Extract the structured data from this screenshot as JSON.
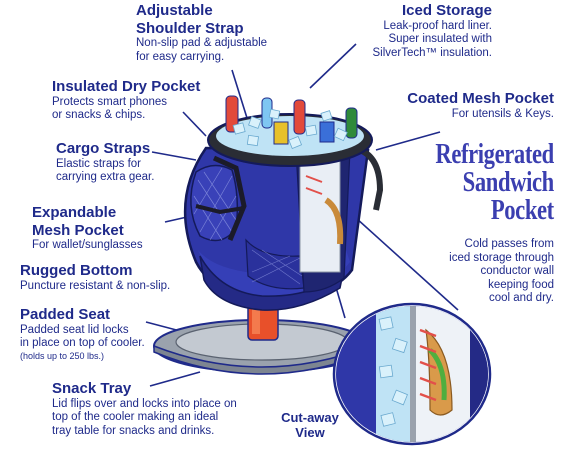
{
  "callouts": {
    "shoulder_strap": {
      "title_line1": "Adjustable",
      "title_line2": "Shoulder Strap",
      "desc_line1": "Non-slip pad & adjustable",
      "desc_line2": "for easy carrying."
    },
    "iced_storage": {
      "title": "Iced Storage",
      "desc_line1": "Leak-proof hard liner.",
      "desc_line2": "Super insulated with",
      "desc_line3": "SilverTech™ insulation."
    },
    "dry_pocket": {
      "title": "Insulated Dry Pocket",
      "desc_line1": "Protects smart phones",
      "desc_line2": "or snacks & chips."
    },
    "mesh_pocket_coated": {
      "title": "Coated Mesh Pocket",
      "desc_line1": "For utensils & Keys."
    },
    "cargo_straps": {
      "title": "Cargo Straps",
      "desc_line1": "Elastic straps for",
      "desc_line2": "carrying extra gear."
    },
    "refrigerated": {
      "line1": "Refrigerated",
      "line2": "Sandwich",
      "line3": "Pocket"
    },
    "expandable": {
      "title_line1": "Expandable",
      "title_line2": "Mesh Pocket",
      "desc_line1": "For wallet/sunglasses"
    },
    "cold_passes": {
      "line1": "Cold passes from",
      "line2": "iced storage through",
      "line3": "conductor wall",
      "line4": "keeping food",
      "line5": "cool and dry."
    },
    "rugged_bottom": {
      "title": "Rugged Bottom",
      "desc_line1": "Puncture resistant & non-slip."
    },
    "padded_seat": {
      "title": "Padded Seat",
      "desc_line1": "Padded seat lid locks",
      "desc_line2": "in place on top of cooler.",
      "desc_small": "(holds up to 250 lbs.)"
    },
    "snack_tray": {
      "title": "Snack Tray",
      "desc_line1": "Lid flips over and locks into place on",
      "desc_line2": "top of the cooler making an ideal",
      "desc_line3": "tray table for snacks and drinks."
    },
    "cutaway": {
      "line1": "Cut-away",
      "line2": "View"
    }
  },
  "colors": {
    "text": "#1f2a8a",
    "cooler_blue": "#2f37a8",
    "ice": "#bfe3f5",
    "headline": "#3b3fb0"
  }
}
